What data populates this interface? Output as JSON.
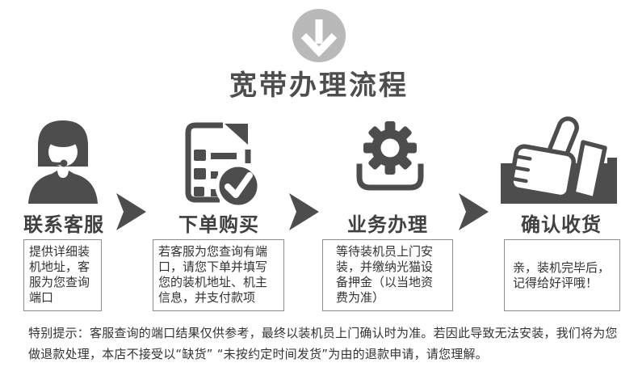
{
  "header": {
    "title": "宽带办理流程",
    "intro_icon": "down-arrow-icon"
  },
  "steps": [
    {
      "label": "联系客服",
      "icon": "customer-service-icon",
      "description": "提供详细装机地址，客服为您查询端口"
    },
    {
      "label": "下单购买",
      "icon": "order-checklist-icon",
      "description": "若客服为您查询有端口，请您下单并填写您的装机地址、机主信息，并支付款项"
    },
    {
      "label": "业务办理",
      "icon": "gear-tray-icon",
      "description": "等待装机员上门安装，并缴纳光猫设备押金（以当地资费为准）"
    },
    {
      "label": "确认收货",
      "icon": "thumbs-up-icon",
      "description": "亲，装机完毕后，记得给好评哦！"
    }
  ],
  "note": {
    "line1": "特别提示：客服查询的端口结果仅供参考，最终以装机员上门确认时为准。若因此导致无法安装，我们将为您",
    "line2": "做退款处理，本店不接受以“缺货” “未按约定时间发货”为由的退款申请，请您理解。"
  },
  "colors": {
    "icon_gray": "#4d4d4d",
    "circle_gray": "#b9b9b9",
    "box_border": "#8c8c8c",
    "title_gray": "#4d4d4d",
    "body_text": "#333333",
    "background": "#ffffff"
  }
}
